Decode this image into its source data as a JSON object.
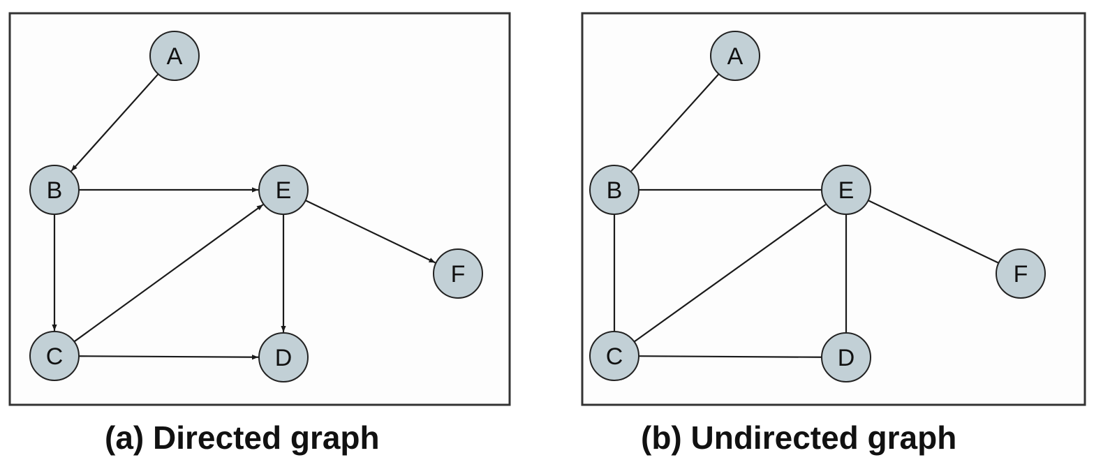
{
  "colors": {
    "node_fill": "#c2d0d6",
    "node_stroke": "#222222",
    "edge": "#1a1a1a",
    "panel_border": "#333333",
    "panel_bg": "#fdfdfd"
  },
  "panels": [
    {
      "id": "directed",
      "caption": "(a) Directed graph",
      "directed": true,
      "nodes": [
        "A",
        "B",
        "C",
        "D",
        "E",
        "F"
      ],
      "edges": [
        [
          "A",
          "B"
        ],
        [
          "B",
          "E"
        ],
        [
          "B",
          "C"
        ],
        [
          "C",
          "E"
        ],
        [
          "C",
          "D"
        ],
        [
          "E",
          "D"
        ],
        [
          "E",
          "F"
        ]
      ]
    },
    {
      "id": "undirected",
      "caption": "(b) Undirected graph",
      "directed": false,
      "nodes": [
        "A",
        "B",
        "C",
        "D",
        "E",
        "F"
      ],
      "edges": [
        [
          "A",
          "B"
        ],
        [
          "B",
          "E"
        ],
        [
          "B",
          "C"
        ],
        [
          "C",
          "E"
        ],
        [
          "C",
          "D"
        ],
        [
          "E",
          "D"
        ],
        [
          "E",
          "F"
        ]
      ]
    }
  ]
}
